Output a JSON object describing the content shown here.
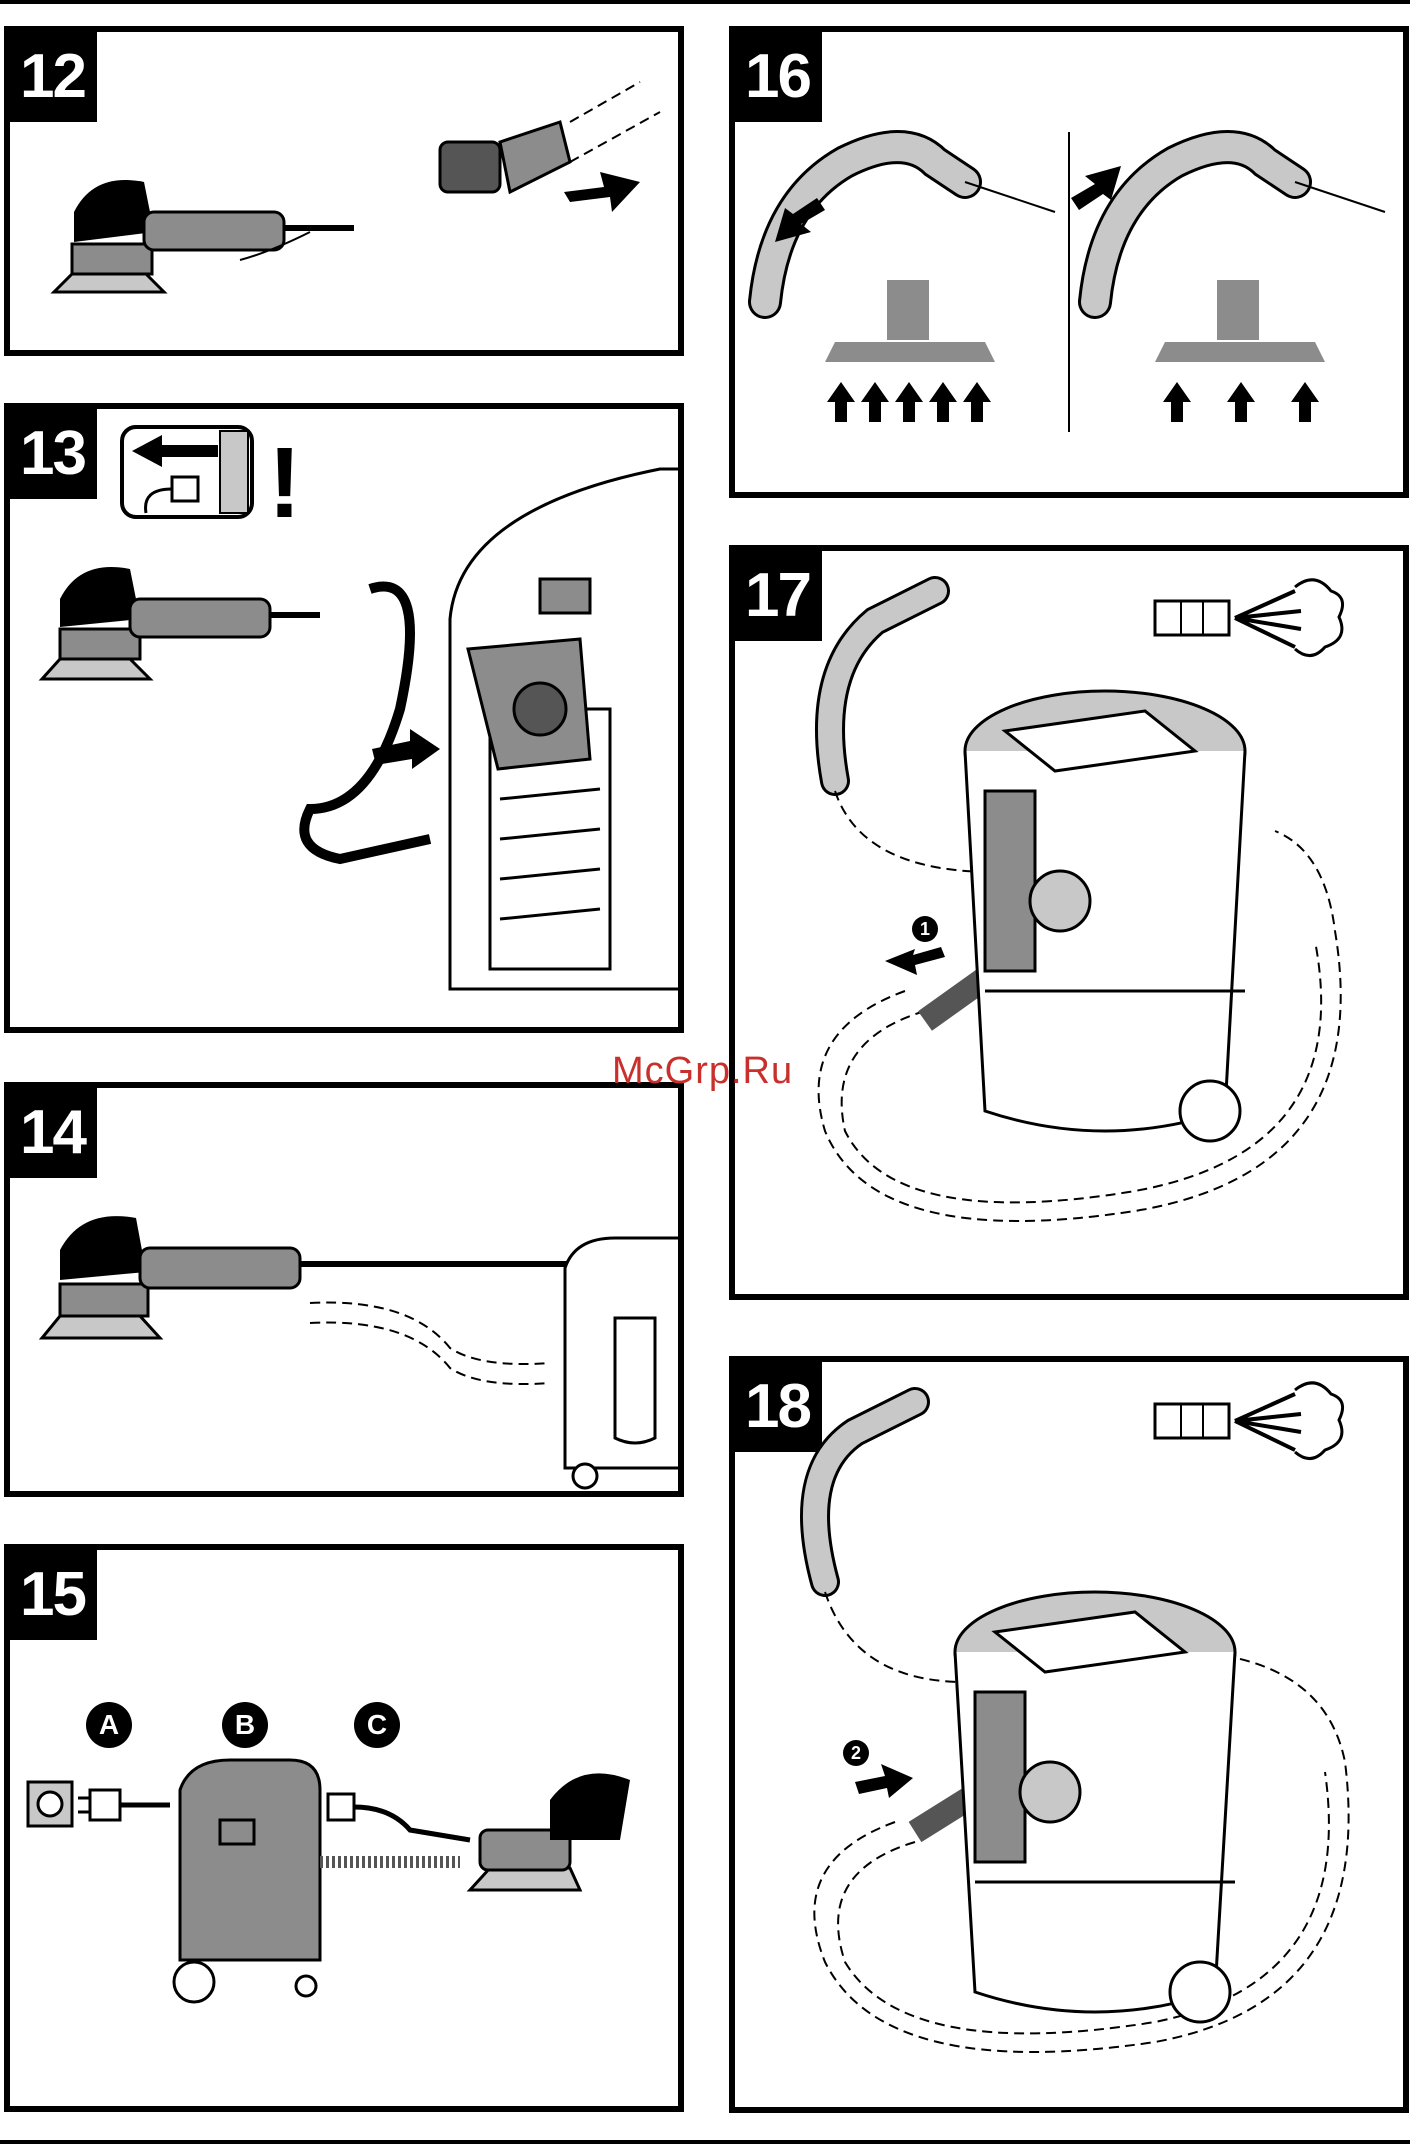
{
  "watermark": "McGrp.Ru",
  "panels": {
    "p12": {
      "number": "12"
    },
    "p13": {
      "number": "13",
      "warning": "!"
    },
    "p14": {
      "number": "14"
    },
    "p15": {
      "number": "15",
      "labels": [
        "A",
        "B",
        "C"
      ]
    },
    "p16": {
      "number": "16"
    },
    "p17": {
      "number": "17",
      "step": "1"
    },
    "p18": {
      "number": "18",
      "step": "2"
    }
  },
  "colors": {
    "ink": "#000000",
    "gray": "#8c8c8c",
    "light": "#c8c8c8",
    "watermark": "#c9302c"
  },
  "icons": [
    "sander-icon",
    "hose-icon",
    "plug-icon",
    "socket-icon",
    "vacuum-icon",
    "arrow-icon",
    "filter-cleaning-icon"
  ]
}
